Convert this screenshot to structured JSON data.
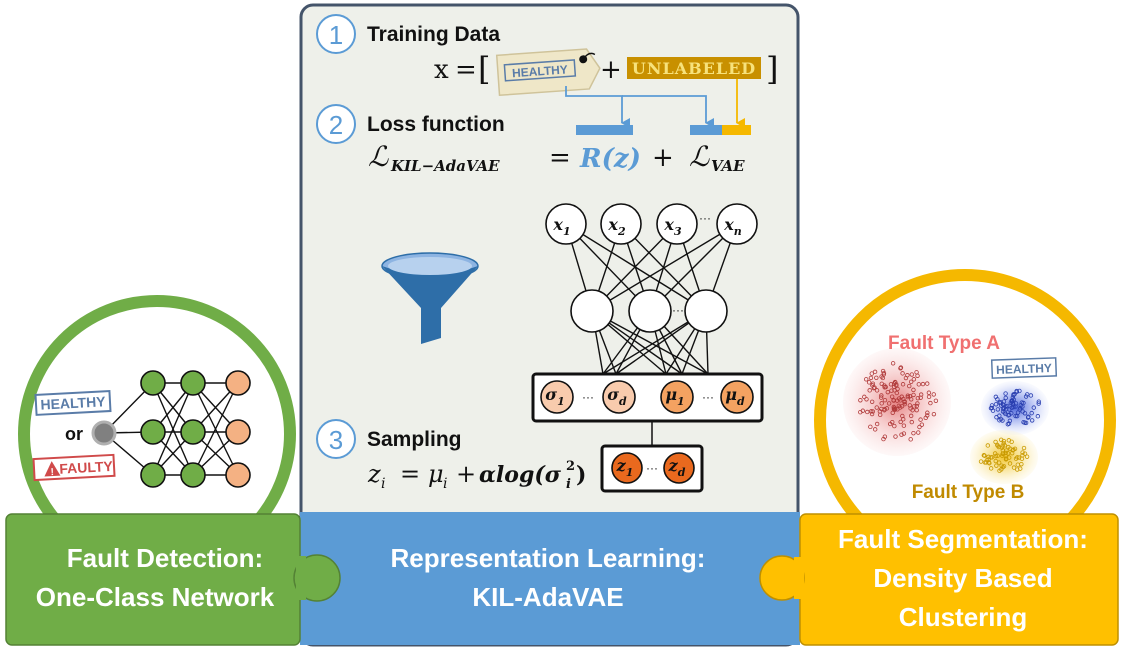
{
  "center": {
    "step1": {
      "number": "1",
      "title": "Training Data"
    },
    "training_equation": {
      "lhs": "x",
      "eq": "=",
      "open": "[",
      "plus": "+",
      "close": "]",
      "healthy_tag": "HEALTHY",
      "unlabeled_tag": "UNLABELED"
    },
    "step2": {
      "number": "2",
      "title": "Loss function"
    },
    "loss_equation": {
      "lhs": "ℒ",
      "lhs_sub": "KIL−AdaVAE",
      "eq": "=",
      "r_term": "R(z)",
      "plus": "+",
      "vae": "ℒ",
      "vae_sub": "VAE"
    },
    "network": {
      "inputs": [
        {
          "v": "x",
          "s": "1"
        },
        {
          "v": "x",
          "s": "2"
        },
        {
          "v": "x",
          "s": "3"
        },
        {
          "v": "x",
          "s": "n"
        }
      ],
      "input_dots": "···",
      "hidden_dots": "···",
      "latent_sigma": [
        {
          "v": "σ",
          "s": "1"
        },
        {
          "v": "σ",
          "s": "d"
        }
      ],
      "latent_mu": [
        {
          "v": "μ",
          "s": "1"
        },
        {
          "v": "μ",
          "s": "d"
        }
      ],
      "latent_dots": "···",
      "samples": [
        {
          "v": "z",
          "s": "1"
        },
        {
          "v": "z",
          "s": "d"
        }
      ],
      "sample_dots": "···"
    },
    "step3": {
      "number": "3",
      "title": "Sampling"
    },
    "sampling_equation": {
      "lhs": "z",
      "lhs_sub": "i",
      "eq": "=",
      "mu": "μ",
      "mu_sub": "i",
      "plus": "+",
      "alpha_log": "αlog(σ",
      "sig_sub": "i",
      "sig_sup": "2",
      "close": ")"
    },
    "bottom_label": {
      "line1": "Representation Learning:",
      "line2": "KIL-AdaVAE"
    }
  },
  "left": {
    "healthy_tag": "HEALTHY",
    "or_text": "or",
    "faulty_tag": "FAULTY",
    "label": {
      "line1": "Fault Detection:",
      "line2": "One-Class Network"
    }
  },
  "right": {
    "cluster_a_label": "Fault Type A",
    "cluster_b_label": "Fault Type B",
    "healthy_tag": "HEALTHY",
    "label": {
      "line1": "Fault Segmentation:",
      "line2": "Density Based",
      "line3": "Clustering"
    }
  },
  "colors": {
    "green": "#70ad47",
    "gold": "#f5b800",
    "blue": "#5b9bd5",
    "panel_bg": "#eef0ea",
    "panel_border": "#44546a",
    "orange": "#ed7d31",
    "peach": "#f8cbad"
  },
  "icons": {
    "funnel": "funnel-icon",
    "warning": "warning-icon"
  }
}
